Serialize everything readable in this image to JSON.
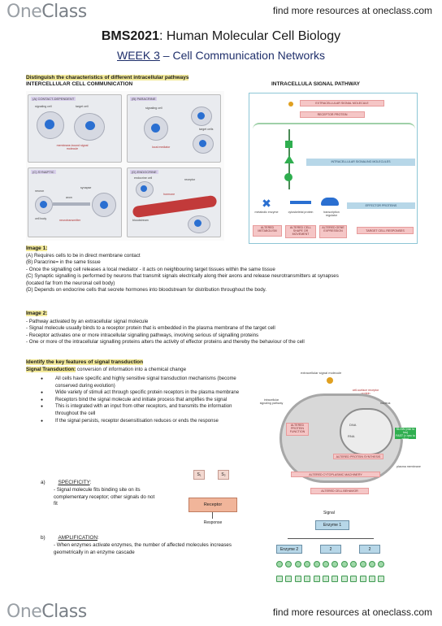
{
  "header": {
    "logo_one": "One",
    "logo_class": "Class",
    "tagline": "find more resources at oneclass.com"
  },
  "doc": {
    "course_code": "BMS2021",
    "course_title": ": Human Molecular Cell Biology",
    "week": "WEEK 3",
    "week_topic": " – Cell Communication Networks"
  },
  "section1": {
    "heading": "Distinguish the characteristics of different intracellular pathways",
    "left_label": "INTERCELLULAR CELL COMMUNICATION",
    "right_label": "INTRACELLULA SIGNAL PATHWAY"
  },
  "fig1": {
    "a": "(A) CONTACT-DEPENDENT",
    "b": "(B) PARACRINE",
    "c": "(C) SYNAPTIC",
    "d": "(D) ENDOCRINE",
    "signaling_cell": "signaling cell",
    "target_cell": "target cell",
    "membrane_bound": "membrane-bound signal molecule",
    "local_mediator": "local mediator",
    "target_cells": "target cells",
    "neuron": "neuron",
    "axon": "axon",
    "cell_body": "cell body",
    "synapse": "synapse",
    "neurotransmitter": "neurotransmitter",
    "endocrine_cell": "endocrine cell",
    "receptor": "receptor",
    "hormone": "hormone",
    "bloodstream": "bloodstream"
  },
  "fig2": {
    "extracellular": "EXTRACELLULAR SIGNAL MOLECULE",
    "receptor": "RECEPTOR PROTEIN",
    "intracellular": "INTRACELLULAR SIGNALING MOLECULES",
    "effector": "EFFECTOR PROTEINS",
    "metabolic": "metabolic enzyme",
    "cytoskeletal": "cytoskeletal protein",
    "transcription": "transcription regulator",
    "altered_metabolism": "ALTERED METABOLISM",
    "altered_shape": "ALTERED CELL SHAPE OR MOVEMENT",
    "altered_gene": "ALTERED GENE EXPRESSION",
    "target_response": "TARGET CELL RESPONSES"
  },
  "image1": {
    "heading": "Image 1:",
    "lines": [
      "(A) Requires cells to be in direct membrane contact",
      "(B) Paracrine= in the same tissue",
      "- Once the signalling cell releases a local mediator - it acts on neighbouring target tissues within the same tissue",
      "(C) Synaptic signalling is performed by neurons that transmit signals electrically along their axons and release neurotransmitters at synapses",
      "(located far from the neuronal cell body)",
      "(D) Depends on endocrine cells that secrete hormones into bloodstream for distribution throughout the body."
    ]
  },
  "image2": {
    "heading": "Image 2:",
    "lines": [
      "- Pathway activated by an extracellular signal molecule",
      "- Signal molecule usually binds to a receptor protein that is embedded in the plasma membrane of the target cell",
      "- Receptor activates one or more intracellular signalling pathways, involving serious of signalling proteins",
      "- One or more of the intracellular signalling proteins alters the activity of effector proteins and thereby the behaviour of the cell"
    ]
  },
  "section2": {
    "heading": "Identify the key features of signal transduction",
    "def_term": "Signal Transduction:",
    "def_text": " conversion of information into a chemical change",
    "bullets": [
      "All cells have specific and highly sensitive signal transduction mechanisms (become conserved during evolution)",
      "Wide variety of stimuli act through specific protein receptors in the plasma membrane",
      "Receptors bind the signal molecule and initiate process that amplifies the signal",
      "This is integrated with an input from other receptors, and transmits the information throughout the cell",
      "If the signal persists, receptor desensitisation reduces or ends the response"
    ]
  },
  "fig3": {
    "extracellular": "extracellular signal molecule",
    "receptor": "cell-surface receptor protein",
    "intracellular": "intracellular signaling pathway",
    "nucleus": "nucleus",
    "dna": "DNA",
    "rna": "RNA",
    "altered_function": "ALTERED PROTEIN FUNCTION",
    "altered_synthesis": "ALTERED PROTEIN SYNTHESIS",
    "slow": "SLOW (min to hrs)",
    "fast": "FAST (< sec to mins)",
    "machinery": "ALTERED CYTOPLASMIC MACHINERY",
    "membrane": "plasma membrane",
    "behavior": "ALTERED CELL BEHAVIOR"
  },
  "specificity": {
    "letter": "a)",
    "title": "SPECIFICITY",
    "colon": ":",
    "text1": "- Signal molecule fits binding site on its",
    "text2": "complementary receptor; other signals do not",
    "text3": "fit",
    "receptor": "Receptor",
    "response": "Response",
    "s1": "S₁",
    "s2": "S₂"
  },
  "amplification": {
    "letter": "b)",
    "title": "AMPLIFICATION",
    "colon": ":",
    "text1": "- When enzymes activate enzymes, the number of affected molecules increases",
    "text2": "geometrically in an enzyme cascade",
    "signal": "Signal",
    "enzyme1": "Enzyme 1",
    "enzyme2": "Enzyme 2",
    "two": "2"
  },
  "footer": {
    "logo_one": "One",
    "logo_class": "Class",
    "tagline": "find more resources at oneclass.com"
  },
  "colors": {
    "highlight": "#f3ea9a",
    "week_blue": "#1f2f6b",
    "nucleus_blue": "#2a6fd1",
    "pink": "#f5c6c6",
    "green": "#2fae4f"
  }
}
